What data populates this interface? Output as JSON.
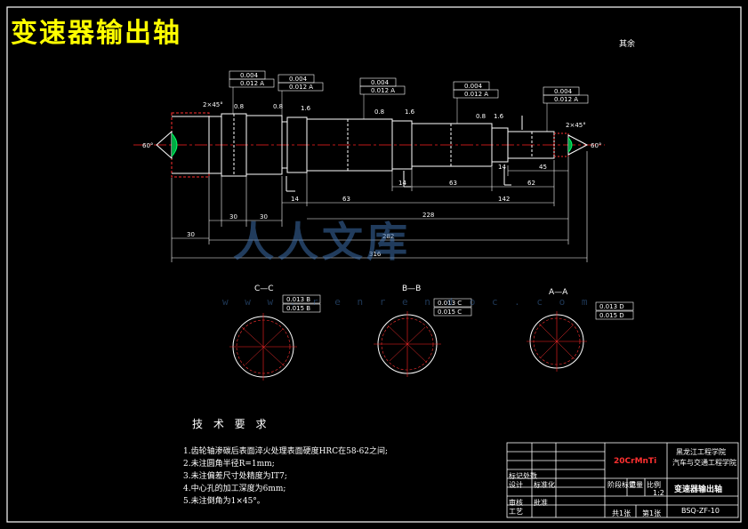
{
  "title": "变速器输出轴",
  "surface_note": "其余",
  "dimensions": {
    "d1": "2×45°",
    "d2": "2×45°",
    "d3": "60°",
    "d4": "60°",
    "len_30a": "30",
    "len_30b": "30",
    "len_30c": "30",
    "len_14a": "14",
    "len_63a": "63",
    "len_142": "142",
    "len_14b": "14",
    "len_63b": "63",
    "len_62": "62",
    "len_14c": "14",
    "len_45": "45",
    "len_228": "228",
    "len_282": "282",
    "len_316": "316",
    "rough_08": "0.8",
    "rough_16": "1.6"
  },
  "tolerances": {
    "t1": "0.004",
    "t2": "0.012 A",
    "t3": "0.004",
    "t4": "0.012 A",
    "t5": "0.004",
    "t6": "0.012 A",
    "t7": "0.004",
    "t8": "0.012 A",
    "t9": "0.004",
    "t10": "0.012 A"
  },
  "sections": {
    "cc_label": "C—C",
    "bb_label": "B—B",
    "aa_label": "A—A",
    "cc_tol1": "0.013 B",
    "cc_tol2": "0.015 B",
    "bb_tol1": "0.013 C",
    "bb_tol2": "0.015 C",
    "aa_tol1": "0.013 D",
    "aa_tol2": "0.015 D"
  },
  "tech_requirements": {
    "heading": "技 术 要 求",
    "items": [
      "1.齿轮轴渗碳后表面淬火处理表面硬度HRC在58-62之间;",
      "2.未注圆角半径R=1mm;",
      "3.未注偏差尺寸处精度为IT7;",
      "4.中心孔的加工深度为6mm;",
      "5.未注倒角为1×45°。"
    ]
  },
  "title_block": {
    "material": "20CrMnTi",
    "school_line1": "黑龙江工程学院",
    "school_line2": "汽车与交通工程学院",
    "part_name": "变速器输出轴",
    "drawing_no": "BSQ-ZF-10",
    "scale": "1:2",
    "sheet_total": "共1张",
    "sheet_no": "第1张",
    "stage": "阶段标记",
    "weight": "重量",
    "ratio": "比例",
    "designer": "标记处数",
    "design": "设计",
    "review": "审核",
    "process": "工艺",
    "approve": "批准",
    "std": "标准化"
  },
  "watermark": {
    "text": "人人文库",
    "url": "w w w . r e n r e n d o c . c o m"
  },
  "colors": {
    "background": "#000000",
    "lines": "#ffffff",
    "centerline": "#ff2020",
    "title": "#ffff00",
    "hatch": "#ff3030",
    "dim": "#00ffff"
  }
}
